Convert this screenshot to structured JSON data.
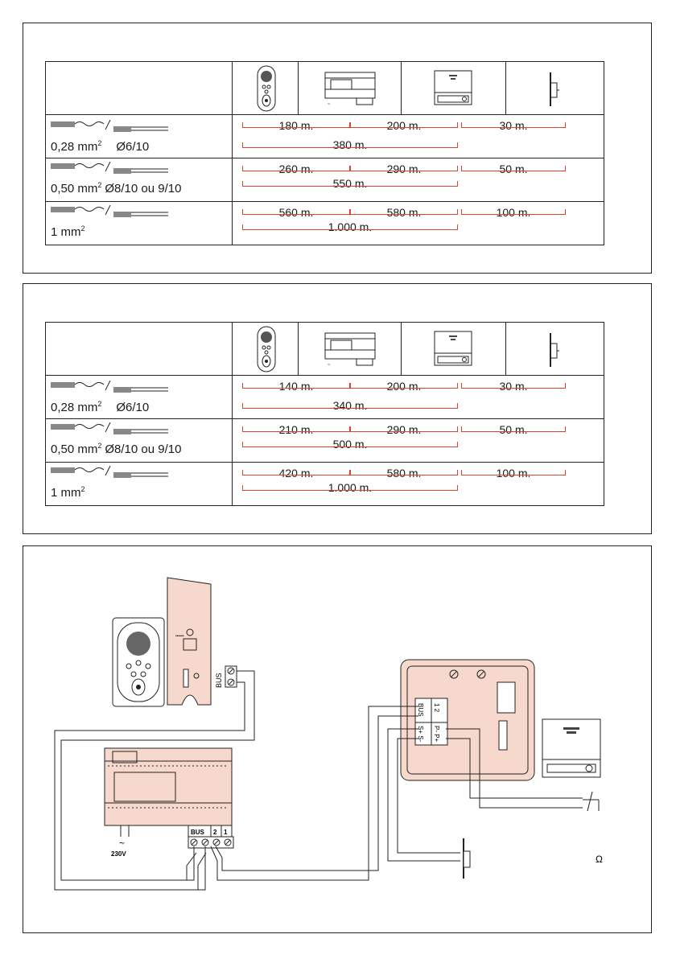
{
  "tables": [
    {
      "rows": [
        {
          "section": "0,28 mm",
          "sup": "2",
          "diameter": "Ø6/10",
          "d1": "180 m.",
          "d2": "200 m.",
          "d3": "30 m.",
          "total": "380 m."
        },
        {
          "section": "0,50 mm",
          "sup": "2",
          "diameter": "Ø8/10 ou 9/10",
          "d1": "260 m.",
          "d2": "290 m.",
          "d3": "50 m.",
          "total": "550 m."
        },
        {
          "section": "1 mm",
          "sup": "2",
          "diameter": "",
          "d1": "560 m.",
          "d2": "580 m.",
          "d3": "100 m.",
          "total": "1.000 m."
        }
      ]
    },
    {
      "rows": [
        {
          "section": "0,28 mm",
          "sup": "2",
          "diameter": "Ø6/10",
          "d1": "140 m.",
          "d2": "200 m.",
          "d3": "30 m.",
          "total": "340 m."
        },
        {
          "section": "0,50 mm",
          "sup": "2",
          "diameter": "Ø8/10 ou 9/10",
          "d1": "210 m.",
          "d2": "290 m.",
          "d3": "50 m.",
          "total": "500 m."
        },
        {
          "section": "1 mm",
          "sup": "2",
          "diameter": "",
          "d1": "420 m.",
          "d2": "580 m.",
          "d3": "100 m.",
          "total": "1.000 m."
        }
      ]
    }
  ],
  "diagram": {
    "bus_label": "BUS",
    "psu_terminals": [
      "BUS",
      "2",
      "1"
    ],
    "mains_label": "230V",
    "panel_terminals_a": [
      "BUS",
      "1 2"
    ],
    "panel_terminals_b": [
      "S+ S-",
      "P- P+"
    ],
    "omega": "Ω"
  },
  "colors": {
    "measure_line": "#d9442f",
    "module_fill": "#f6d9cc",
    "border": "#222222"
  }
}
